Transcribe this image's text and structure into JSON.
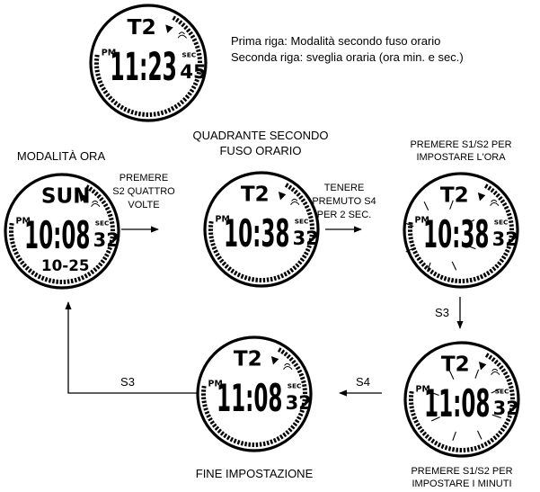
{
  "top_watch": {
    "top": "T2",
    "pm": "PM",
    "time": "11:23",
    "sec_label": "SEC",
    "seconds": "45"
  },
  "legend": {
    "line1": "Prima riga: Modalità secondo fuso orario",
    "line2": "Seconda riga: sveglia oraria (ora min. e sec.)"
  },
  "watches": [
    {
      "id": "time-mode",
      "title": [
        "MODALITÀ ORA"
      ],
      "top": "SUN",
      "pm": "PM",
      "time": "10:08",
      "sec_label": "SEC",
      "seconds": "32",
      "bottom": "10-25"
    },
    {
      "id": "dual-time",
      "title": [
        "QUADRANTE SECONDO",
        "FUSO ORARIO"
      ],
      "top": "T2",
      "pm": "PM",
      "time": "10:38",
      "sec_label": "SEC",
      "seconds": "32",
      "bottom": ""
    },
    {
      "id": "set-hour",
      "title": [
        "PREMERE S1/S2 PER",
        "IMPOSTARE L'ORA"
      ],
      "top": "T2",
      "pm": "PM",
      "time": "10:38",
      "sec_label": "SEC",
      "seconds": "32",
      "bottom": ""
    },
    {
      "id": "set-minute",
      "title": [
        "PREMERE S1/S2 PER",
        "IMPOSTARE I MINUTI"
      ],
      "top": "T2",
      "pm": "PM",
      "time": "11:08",
      "sec_label": "SEC",
      "seconds": "32",
      "bottom": ""
    },
    {
      "id": "end-setting",
      "title": [
        "FINE IMPOSTAZIONE"
      ],
      "top": "T2",
      "pm": "PM",
      "time": "11:08",
      "sec_label": "SEC",
      "seconds": "32",
      "bottom": ""
    }
  ],
  "arrows": {
    "a1": [
      "PREMERE",
      "S2 QUATTRO",
      "VOLTE"
    ],
    "a2": [
      "TENERE",
      "PREMUTO S4",
      "PER 2 SEC."
    ],
    "a3": "S3",
    "a4": "S4",
    "a5": "S3"
  }
}
